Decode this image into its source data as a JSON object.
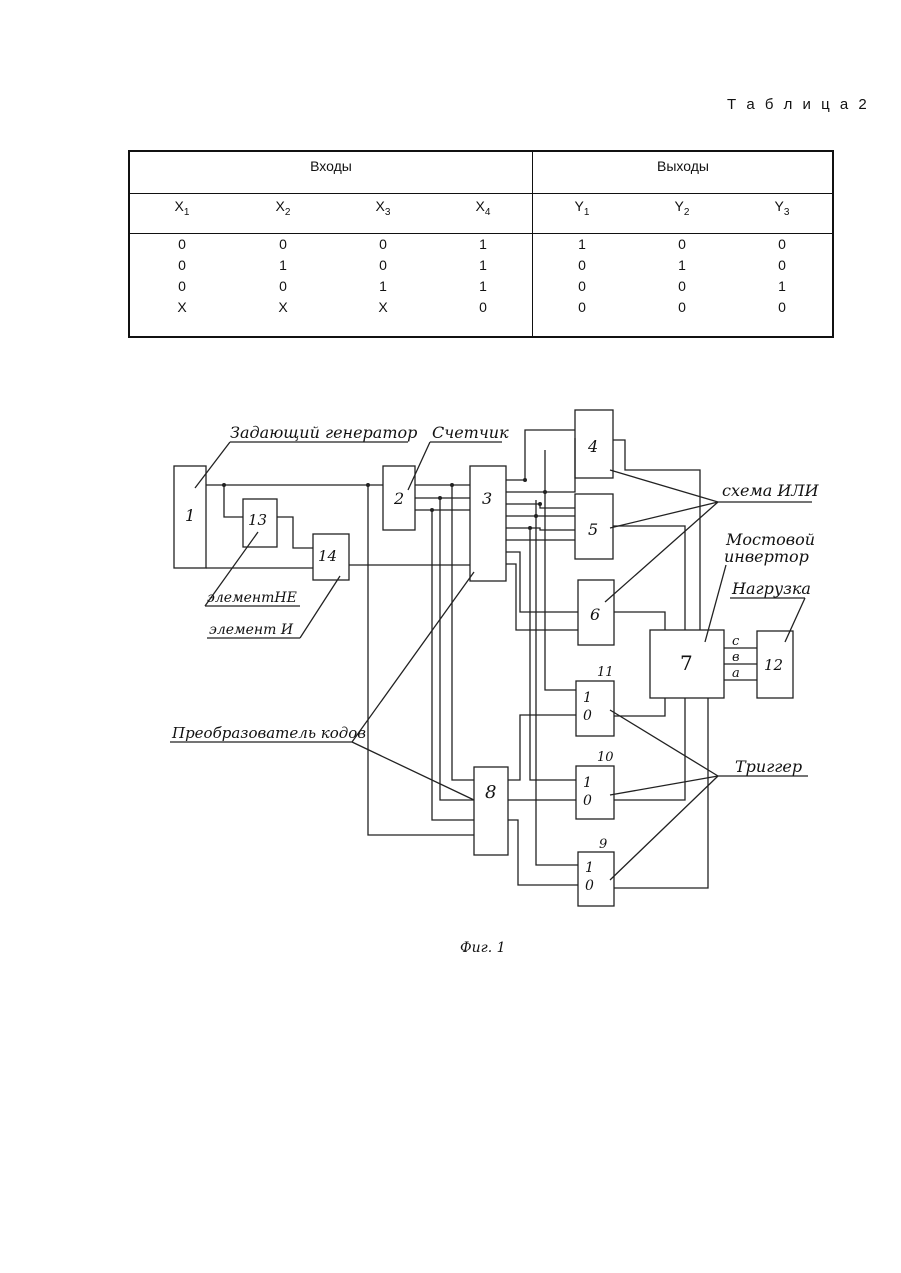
{
  "table": {
    "caption": "Т а б л и ц а  2",
    "groups": {
      "inputs": "Входы",
      "outputs": "Выходы"
    },
    "headers": [
      {
        "base": "X",
        "sub": "1"
      },
      {
        "base": "X",
        "sub": "2"
      },
      {
        "base": "X",
        "sub": "3"
      },
      {
        "base": "X",
        "sub": "4"
      },
      {
        "base": "Y",
        "sub": "1"
      },
      {
        "base": "Y",
        "sub": "2"
      },
      {
        "base": "Y",
        "sub": "3"
      }
    ],
    "rows": [
      [
        "0",
        "0",
        "0",
        "1",
        "1",
        "0",
        "0"
      ],
      [
        "0",
        "1",
        "0",
        "1",
        "0",
        "1",
        "0"
      ],
      [
        "0",
        "0",
        "1",
        "1",
        "0",
        "0",
        "1"
      ],
      [
        "X",
        "X",
        "X",
        "0",
        "0",
        "0",
        "0"
      ]
    ]
  },
  "diagram": {
    "labels": {
      "generator": "Задающий генератор",
      "counter": "Счетчик",
      "or_scheme": "схема ИЛИ",
      "bridge_inverter_1": "Мостовой",
      "bridge_inverter_2": "инвертор",
      "load": "Нагрузка",
      "not_element": "элементНЕ",
      "and_element": "элемент И",
      "code_converter": "Преобразователь кодов",
      "trigger": "Триггер"
    },
    "blocks": {
      "b1": "1",
      "b2": "2",
      "b3": "3",
      "b4": "4",
      "b5": "5",
      "b6": "6",
      "b7": "7",
      "b8": "8",
      "b9": "9",
      "b10": "10",
      "b11": "11",
      "b12": "12",
      "b13": "13",
      "b14": "14"
    },
    "flipflop_io": {
      "one": "1",
      "zero": "0"
    },
    "outputs_7": {
      "c": "c",
      "b": "в",
      "a": "a"
    },
    "caption": "Фиг. 1"
  }
}
